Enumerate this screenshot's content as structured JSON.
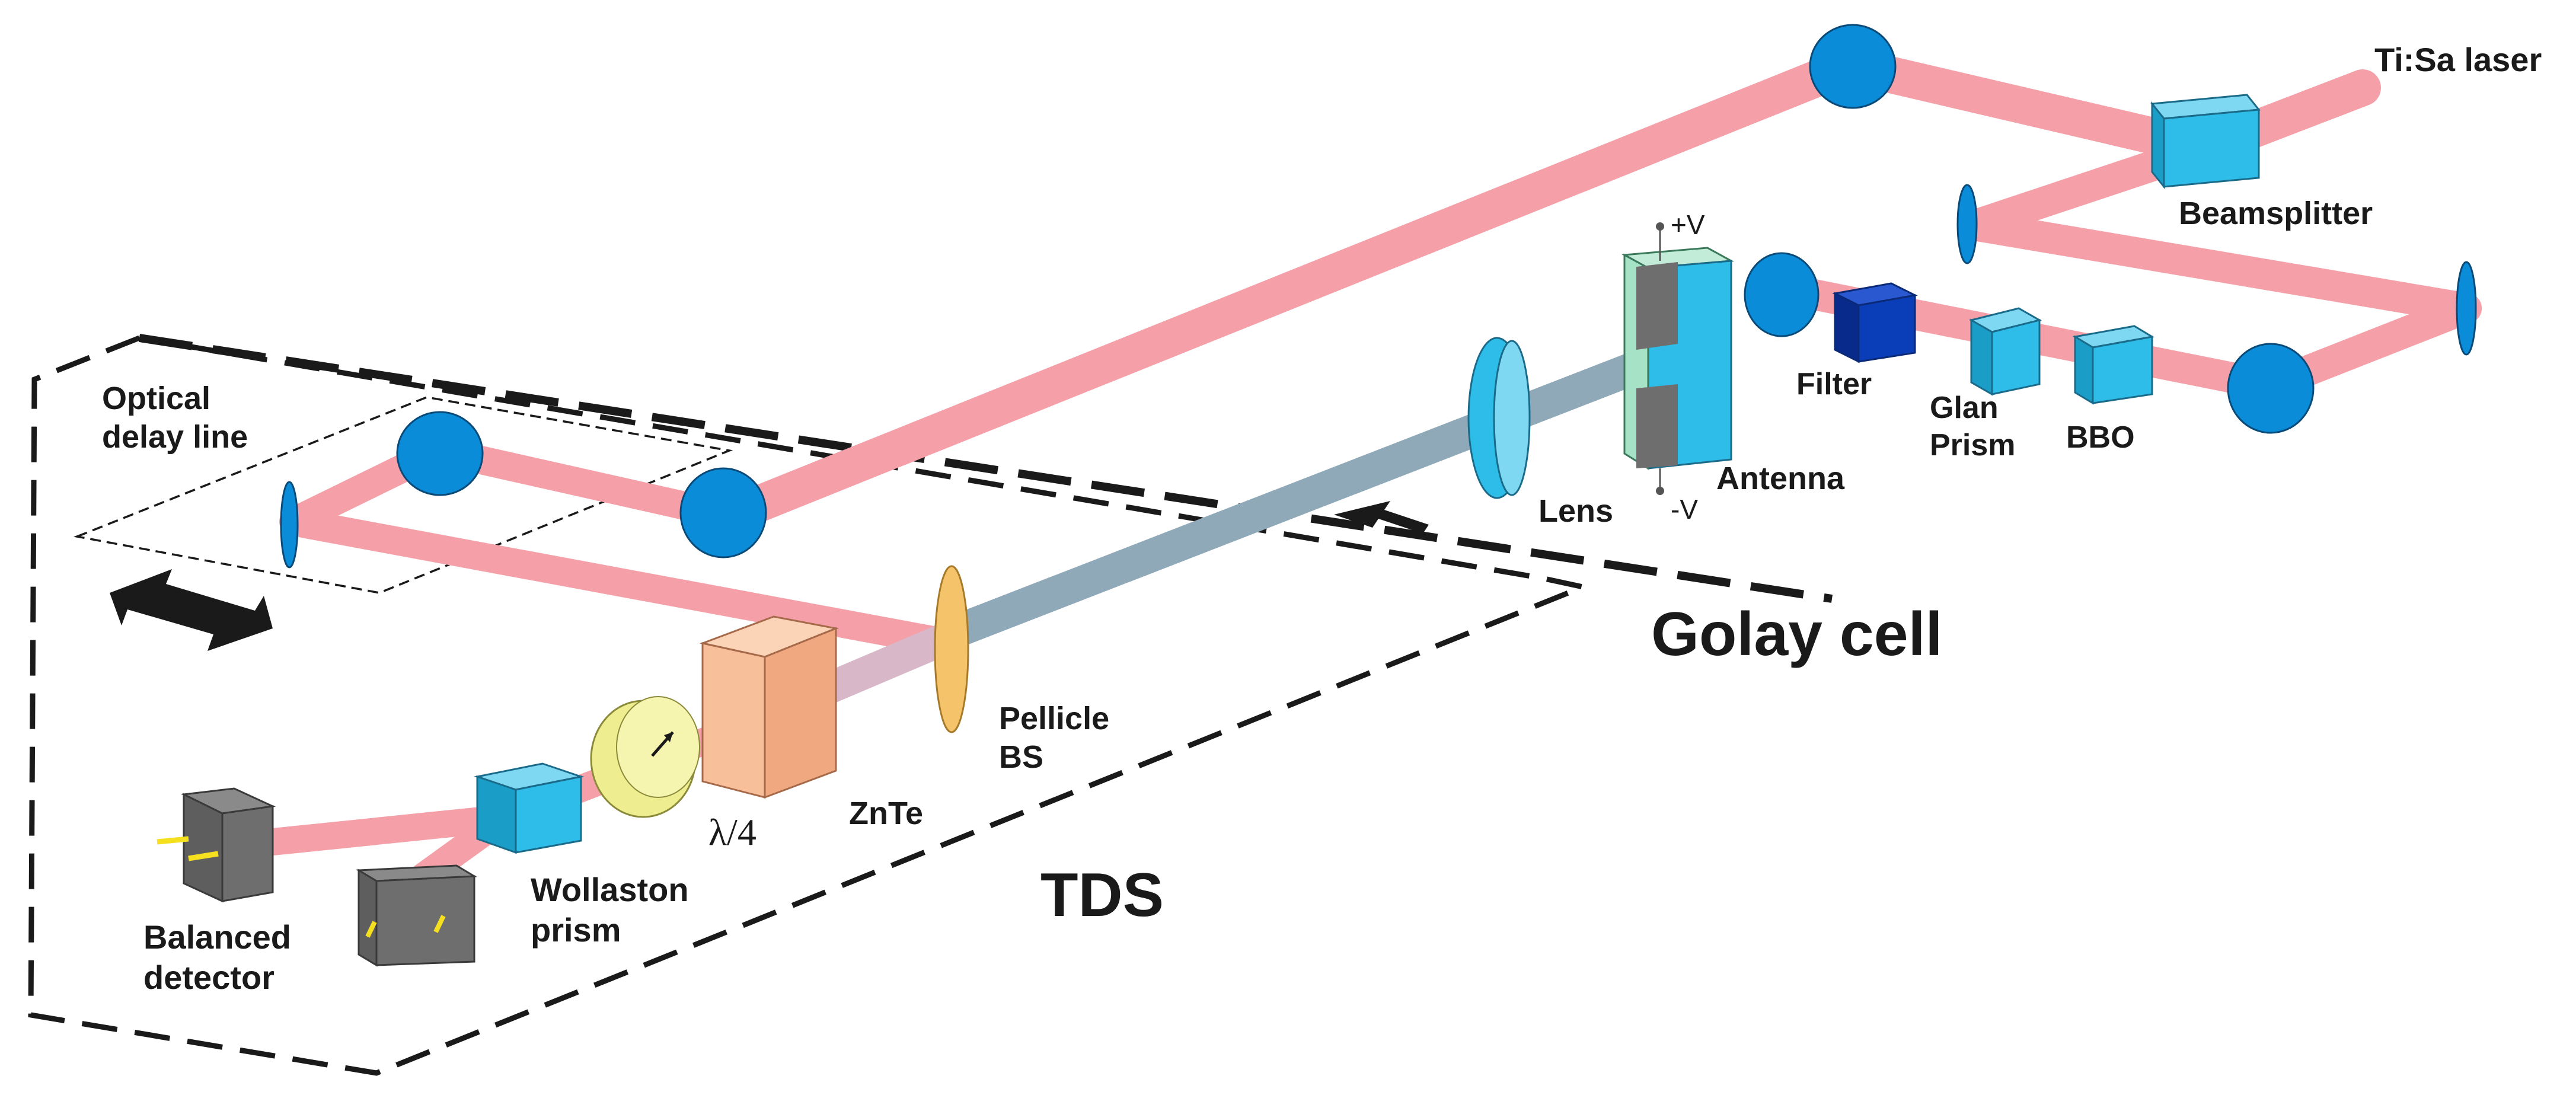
{
  "labels": {
    "ti_sa_laser": "Ti:Sa laser",
    "beamsplitter": "Beamsplitter",
    "filter": "Filter",
    "glan_prism_line1": "Glan",
    "glan_prism_line2": "Prism",
    "bbo": "BBO",
    "antenna": "Antenna",
    "plus_v": "+V",
    "minus_v": "-V",
    "lens": "Lens",
    "golay_cell": "Golay cell",
    "optical_delay_line1": "Optical",
    "optical_delay_line2": "delay line",
    "pellicle_bs_line1": "Pellicle",
    "pellicle_bs_line2": "BS",
    "znte": "ZnTe",
    "lambda_quarter": "λ/4",
    "wollaston_line1": "Wollaston",
    "wollaston_line2": "prism",
    "balanced_line1": "Balanced",
    "balanced_line2": "detector",
    "tds": "TDS"
  },
  "colors": {
    "laser_beam": "#f5a0a8",
    "thz_beam": "#8fa9b8",
    "mirror": "#0a8cd8",
    "mirror_dark": "#0a6aa8",
    "cube": "#2dbde8",
    "filter": "#0a3db8",
    "antenna_green": "#a6e3c6",
    "lens": "#2dbde8",
    "pellicle": "#f5c46a",
    "znte": "#f8c09a",
    "waveplate": "#eeee90",
    "detector": "#6e6e6e",
    "dashed_outline": "#1a1a1a"
  }
}
